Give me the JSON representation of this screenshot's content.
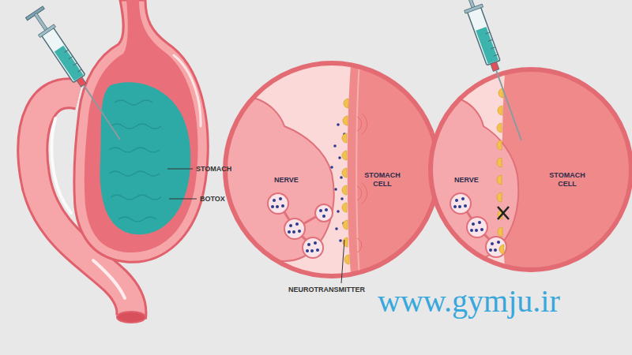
{
  "diagram": {
    "nodes": [
      {
        "text": [
          "NERVE"
        ]
      },
      {
        "text": [
          "STOMACH CELL"
        ]
      },
      {
        "text": [
          "NERVE"
        ]
      },
      {
        "text": [
          "STOMACH CELL"
        ]
      }
    ],
    "labels": [
      "STOMACH",
      "BOTOX",
      "NEUROTRANSMITTER",
      "www.gymju.ir"
    ]
  }
}
